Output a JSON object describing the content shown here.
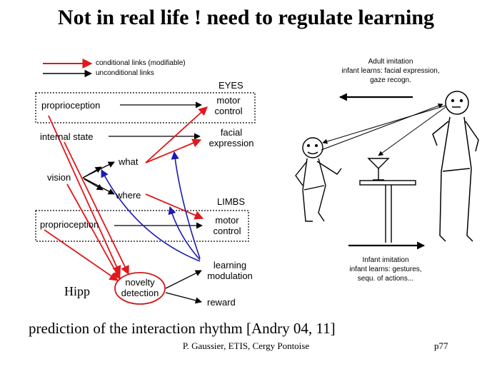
{
  "title": "Not in real life ! need to regulate learning",
  "caption": "prediction of the interaction rhythm [Andry 04, 11]",
  "footer": {
    "author": "P. Gaussier, ETIS, Cergy Pontoise",
    "page": "p77"
  },
  "colors": {
    "conditional": "#e0181c",
    "unconditional": "#000000",
    "modulation": "#1a1ab4",
    "hipp_circle": "#d01818"
  },
  "legend": {
    "conditional": "conditional links (modifiable)",
    "unconditional": "unconditional links"
  },
  "nodes": {
    "eyes": "EYES",
    "proprioception_top": "proprioception",
    "motor_control_top": [
      "motor",
      "control"
    ],
    "internal_state": "internal state",
    "facial_expression": [
      "facial",
      "expression"
    ],
    "what": "what",
    "vision": "vision",
    "where": "where",
    "limbs": "LIMBS",
    "proprioception_bottom": "proprioception",
    "motor_control_bottom": [
      "motor",
      "control"
    ],
    "learning_modulation": [
      "learning",
      "modulation"
    ],
    "hipp": "Hipp",
    "novelty_detection": [
      "novelty",
      "detection"
    ],
    "reward": "reward"
  },
  "illustration": {
    "adult_imitation": [
      "Adult imitation",
      "infant learns: facial expression,",
      "gaze recogn."
    ],
    "infant_imitation": [
      "Infant imitation",
      "infant learns: gestures,",
      "sequ. of actions..."
    ]
  }
}
